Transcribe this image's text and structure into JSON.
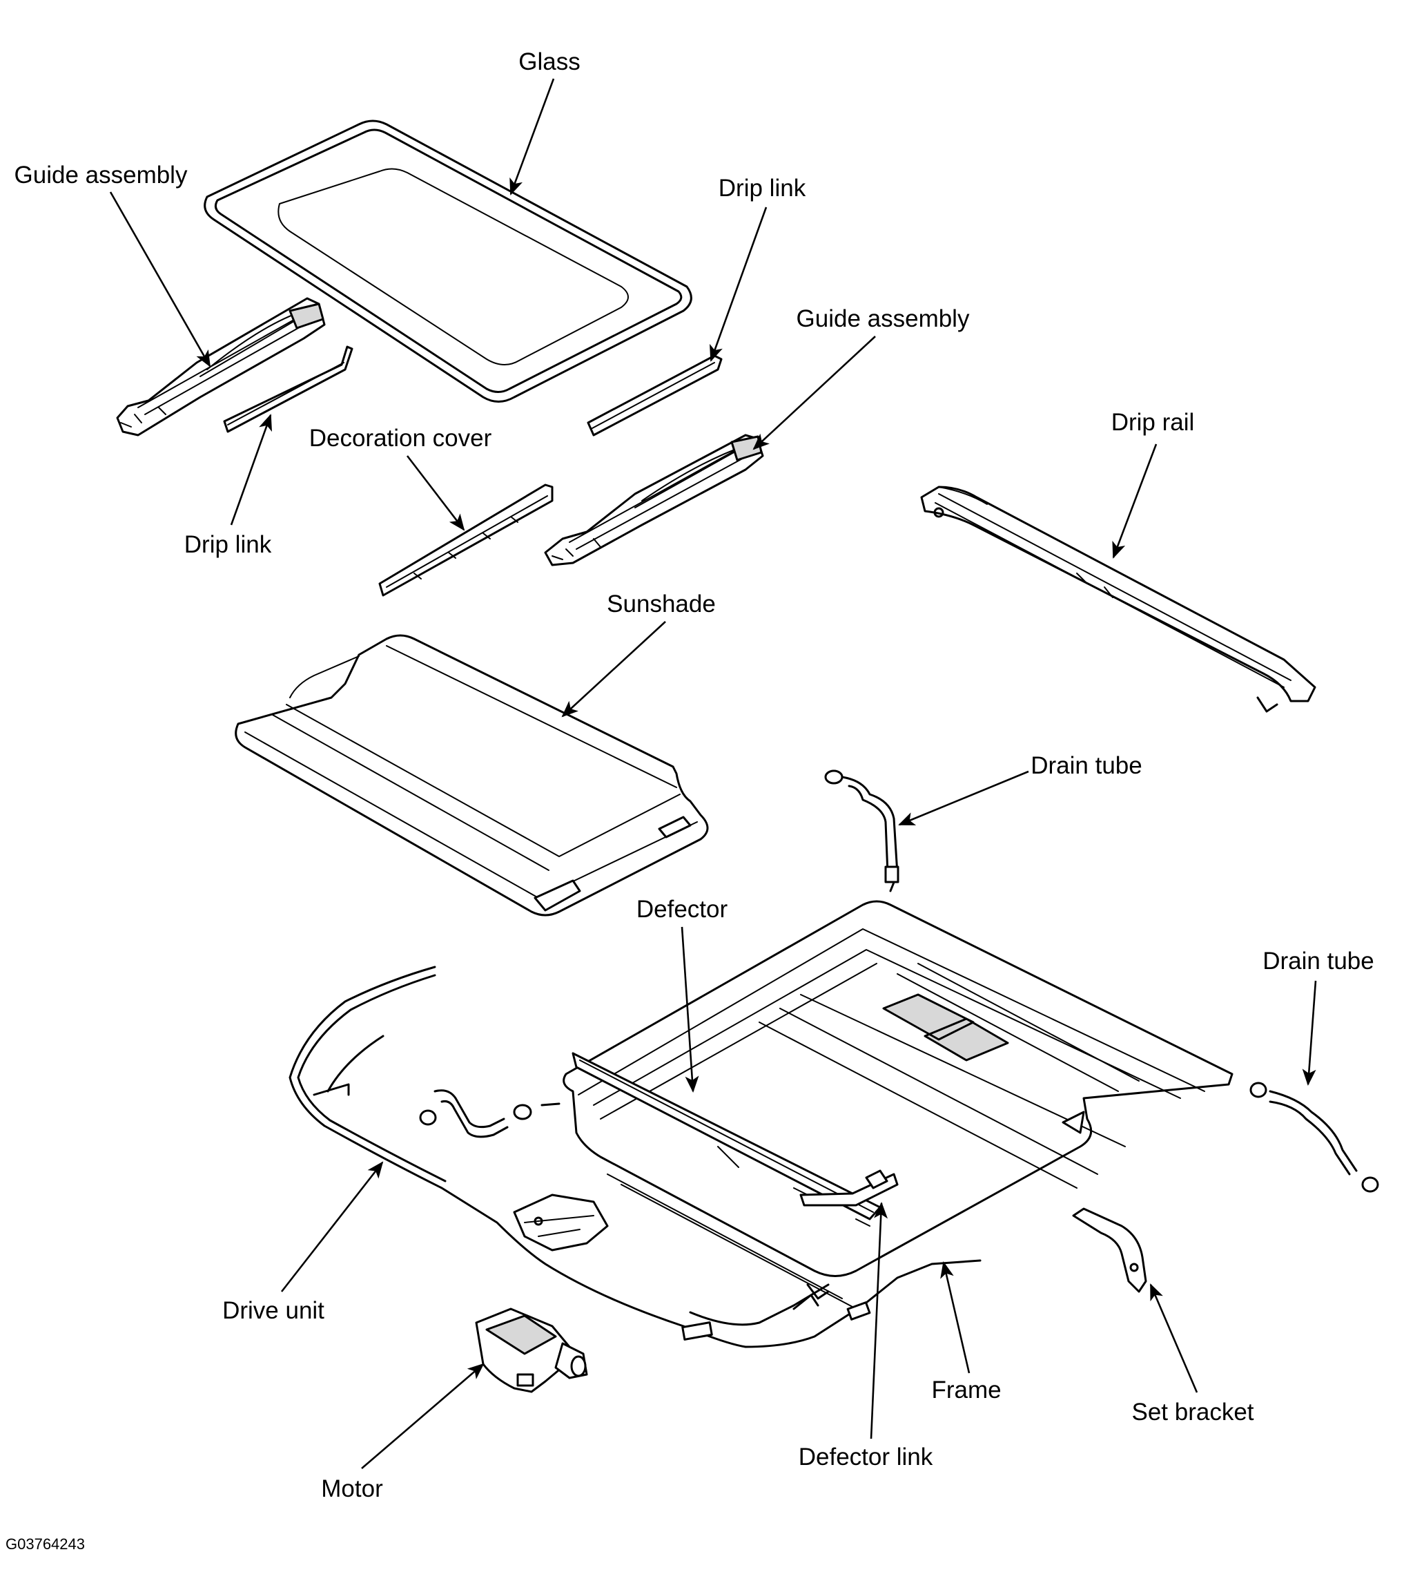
{
  "labels": {
    "glass": "Glass",
    "guide_assembly_left": "Guide assembly",
    "drip_link_top": "Drip link",
    "guide_assembly_right": "Guide assembly",
    "decoration_cover": "Decoration cover",
    "drip_link_left": "Drip link",
    "drip_rail": "Drip rail",
    "sunshade": "Sunshade",
    "drain_tube_top": "Drain tube",
    "defector": "Defector",
    "drain_tube_right": "Drain tube",
    "drive_unit": "Drive unit",
    "frame": "Frame",
    "set_bracket": "Set bracket",
    "motor": "Motor",
    "defector_link": "Defector link"
  },
  "figure_code": "G03764243"
}
